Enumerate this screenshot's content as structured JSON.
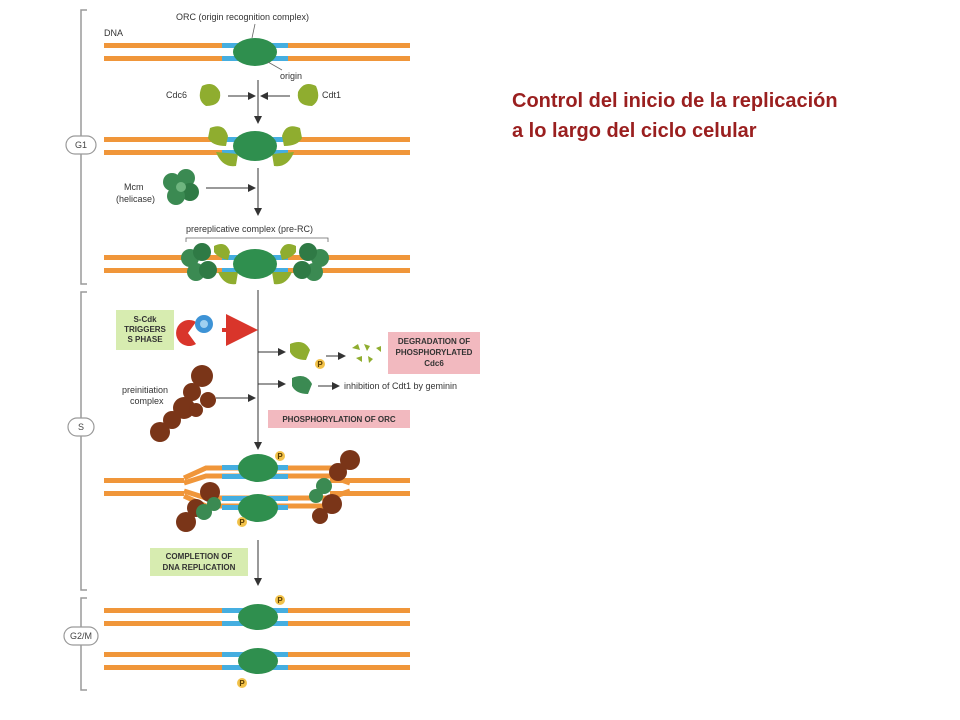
{
  "title": {
    "line1": "Control del inicio de la replicación",
    "line2": "a lo largo del ciclo celular"
  },
  "colors": {
    "title": "#9a1f1f",
    "dna": "#f0963a",
    "origin": "#45aee0",
    "orc": "#2f8f4e",
    "cdc6_cdt1": "#8fad2f",
    "mcm": "#3b8a52",
    "preinitiation": "#7a3518",
    "scdk_red": "#d9352b",
    "scdk_blue": "#3d93d6",
    "green_box": "#d7ecb0",
    "pink_box": "#f2b9bf",
    "phosphate": "#f2c24a"
  },
  "phases": {
    "g1": "G1",
    "s": "S",
    "g2m": "G2/M"
  },
  "labels": {
    "dna": "DNA",
    "orc": "ORC (origin recognition complex)",
    "origin": "origin",
    "cdc6": "Cdc6",
    "cdt1": "Cdt1",
    "mcm_line1": "Mcm",
    "mcm_line2": "(helicase)",
    "prerc": "prereplicative complex (pre-RC)",
    "scdk_line1": "S-Cdk",
    "scdk_line2": "TRIGGERS",
    "scdk_line3": "S PHASE",
    "degradation_line1": "DEGRADATION OF",
    "degradation_line2": "PHOSPHORYLATED",
    "degradation_line3": "Cdc6",
    "inhibition": "inhibition of Cdt1 by geminin",
    "preinit_line1": "preinitiation",
    "preinit_line2": "complex",
    "phos_orc": "PHOSPHORYLATION OF ORC",
    "completion_line1": "COMPLETION OF",
    "completion_line2": "DNA REPLICATION",
    "p": "P"
  }
}
